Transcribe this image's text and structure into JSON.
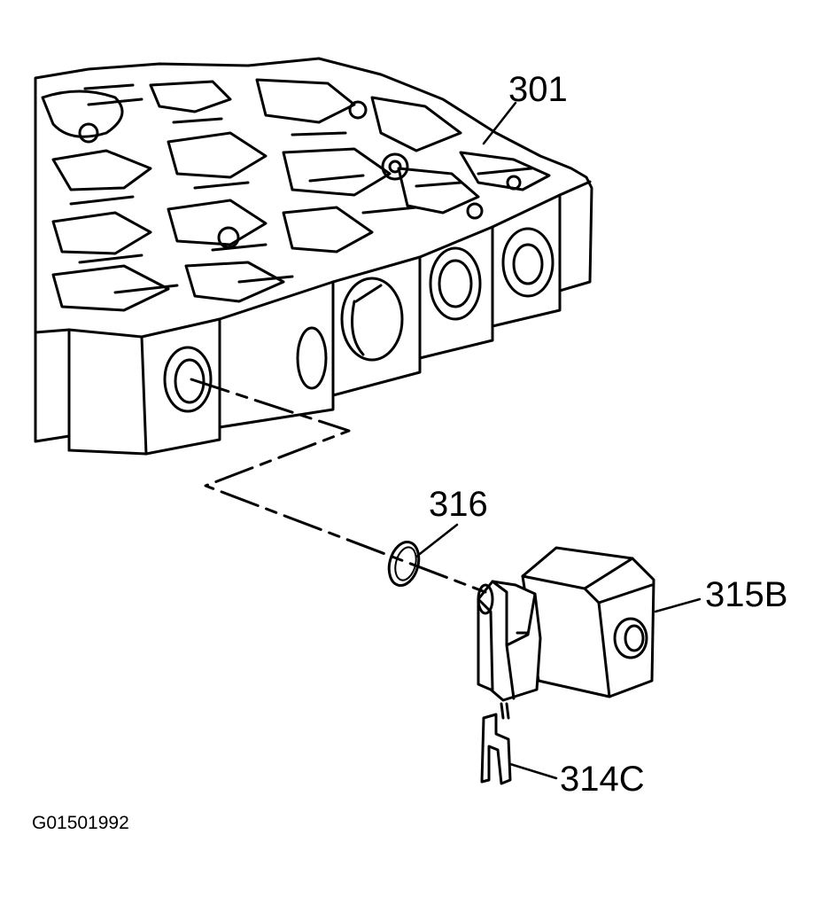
{
  "labels": {
    "valve_body": "301",
    "ring": "316",
    "solenoid": "315B",
    "clip": "314C"
  },
  "figure_id": "G01501992",
  "colors": {
    "ink": "#000000",
    "paper": "#ffffff"
  },
  "icons": {
    "valve_body": "valve-body-casting-icon",
    "ring": "o-ring-seal-icon",
    "solenoid": "solenoid-icon",
    "clip": "retaining-clip-icon"
  }
}
